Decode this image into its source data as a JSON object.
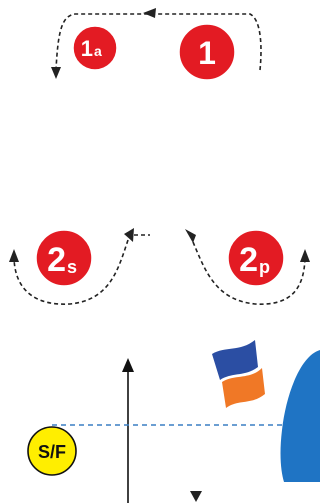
{
  "marks": {
    "mark_1": {
      "label": "1",
      "sub": ""
    },
    "mark_1a": {
      "label": "1",
      "sub": "a"
    },
    "mark_2s": {
      "label": "2",
      "sub": "s"
    },
    "mark_2p": {
      "label": "2",
      "sub": "p"
    }
  },
  "start_finish": {
    "label": "S/F"
  },
  "colors": {
    "mark_red": "#e31b23",
    "sf_yellow": "#ffee00",
    "committee_boat": "#1f74c4",
    "flag_blue": "#2b4ea3",
    "flag_orange": "#f07826",
    "start_line": "#3a7fc4"
  },
  "icons": [
    "rounding-arrow-icon",
    "wind-arrow-icon",
    "course-flag-icon",
    "committee-boat-icon"
  ]
}
